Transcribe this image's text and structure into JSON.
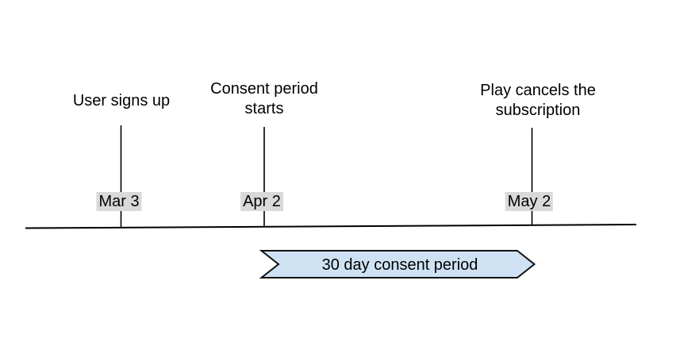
{
  "diagram": {
    "title_implicit": "Subscription consent timeline",
    "events": [
      {
        "id": "user-signs-up",
        "lines": [
          "User signs up"
        ],
        "date": "Mar 3"
      },
      {
        "id": "consent-period-starts",
        "lines": [
          "Consent period",
          "starts"
        ],
        "date": "Apr 2"
      },
      {
        "id": "play-cancels",
        "lines": [
          "Play cancels the",
          "subscription"
        ],
        "date": "May 2"
      }
    ],
    "consent_band": {
      "label": "30 day consent period",
      "fill": "#cfe2f3",
      "stroke": "#111111"
    }
  },
  "colors": {
    "chip_bg": "#d9d9d9",
    "line": "#000000",
    "text": "#000000",
    "canvas_bg": "#ffffff"
  }
}
